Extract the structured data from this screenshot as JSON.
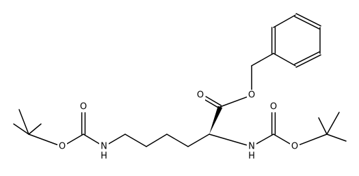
{
  "molecule": {
    "atoms": [
      {
        "id": "tbu1_me_a",
        "symbol": "C",
        "label": ""
      },
      {
        "id": "tbu1_me_b",
        "symbol": "C",
        "label": ""
      },
      {
        "id": "tbu1_me_c",
        "symbol": "C",
        "label": ""
      },
      {
        "id": "tbu1_c",
        "symbol": "C",
        "label": ""
      },
      {
        "id": "o_ester1",
        "symbol": "O",
        "label": "O"
      },
      {
        "id": "carb1_c",
        "symbol": "C",
        "label": ""
      },
      {
        "id": "carb1_o",
        "symbol": "O",
        "label": "O"
      },
      {
        "id": "n_eps",
        "symbol": "N",
        "label": "N",
        "hydrogen": "H"
      },
      {
        "id": "c_eps",
        "symbol": "C",
        "label": ""
      },
      {
        "id": "c_delta",
        "symbol": "C",
        "label": ""
      },
      {
        "id": "c_gamma",
        "symbol": "C",
        "label": ""
      },
      {
        "id": "c_beta",
        "symbol": "C",
        "label": ""
      },
      {
        "id": "c_alpha",
        "symbol": "C",
        "label": ""
      },
      {
        "id": "c_ester",
        "symbol": "C",
        "label": ""
      },
      {
        "id": "o_ester_dbl",
        "symbol": "O",
        "label": "O"
      },
      {
        "id": "o_ester_single",
        "symbol": "O",
        "label": "O"
      },
      {
        "id": "c_benzyl",
        "symbol": "C",
        "label": ""
      },
      {
        "id": "ph_1",
        "symbol": "C",
        "label": ""
      },
      {
        "id": "ph_2",
        "symbol": "C",
        "label": ""
      },
      {
        "id": "ph_3",
        "symbol": "C",
        "label": ""
      },
      {
        "id": "ph_4",
        "symbol": "C",
        "label": ""
      },
      {
        "id": "ph_5",
        "symbol": "C",
        "label": ""
      },
      {
        "id": "ph_6",
        "symbol": "C",
        "label": ""
      },
      {
        "id": "n_alpha",
        "symbol": "N",
        "label": "N",
        "hydrogen": "H"
      },
      {
        "id": "carb2_c",
        "symbol": "C",
        "label": ""
      },
      {
        "id": "carb2_o",
        "symbol": "O",
        "label": "O"
      },
      {
        "id": "o_ester2",
        "symbol": "O",
        "label": "O"
      },
      {
        "id": "tbu2_c",
        "symbol": "C",
        "label": ""
      },
      {
        "id": "tbu2_me_a",
        "symbol": "C",
        "label": ""
      },
      {
        "id": "tbu2_me_b",
        "symbol": "C",
        "label": ""
      },
      {
        "id": "tbu2_me_c",
        "symbol": "C",
        "label": ""
      }
    ],
    "bonds": [
      {
        "from": "tbu1_c",
        "to": "tbu1_me_a",
        "order": 1
      },
      {
        "from": "tbu1_c",
        "to": "tbu1_me_b",
        "order": 1
      },
      {
        "from": "tbu1_c",
        "to": "tbu1_me_c",
        "order": 1
      },
      {
        "from": "tbu1_c",
        "to": "o_ester1",
        "order": 1
      },
      {
        "from": "o_ester1",
        "to": "carb1_c",
        "order": 1
      },
      {
        "from": "carb1_c",
        "to": "carb1_o",
        "order": 2
      },
      {
        "from": "carb1_c",
        "to": "n_eps",
        "order": 1
      },
      {
        "from": "n_eps",
        "to": "c_eps",
        "order": 1
      },
      {
        "from": "c_eps",
        "to": "c_delta",
        "order": 1
      },
      {
        "from": "c_delta",
        "to": "c_gamma",
        "order": 1
      },
      {
        "from": "c_gamma",
        "to": "c_beta",
        "order": 1
      },
      {
        "from": "c_beta",
        "to": "c_alpha",
        "order": 1
      },
      {
        "from": "c_alpha",
        "to": "c_ester",
        "order": 1,
        "stereo": "wedge"
      },
      {
        "from": "c_ester",
        "to": "o_ester_dbl",
        "order": 2
      },
      {
        "from": "c_ester",
        "to": "o_ester_single",
        "order": 1
      },
      {
        "from": "o_ester_single",
        "to": "c_benzyl",
        "order": 1
      },
      {
        "from": "c_benzyl",
        "to": "ph_1",
        "order": 1
      },
      {
        "from": "ph_1",
        "to": "ph_2",
        "order": 2
      },
      {
        "from": "ph_2",
        "to": "ph_3",
        "order": 1
      },
      {
        "from": "ph_3",
        "to": "ph_4",
        "order": 2
      },
      {
        "from": "ph_4",
        "to": "ph_5",
        "order": 1
      },
      {
        "from": "ph_5",
        "to": "ph_6",
        "order": 2
      },
      {
        "from": "ph_6",
        "to": "ph_1",
        "order": 1
      },
      {
        "from": "c_alpha",
        "to": "n_alpha",
        "order": 1
      },
      {
        "from": "n_alpha",
        "to": "carb2_c",
        "order": 1
      },
      {
        "from": "carb2_c",
        "to": "carb2_o",
        "order": 2
      },
      {
        "from": "carb2_c",
        "to": "o_ester2",
        "order": 1
      },
      {
        "from": "o_ester2",
        "to": "tbu2_c",
        "order": 1
      },
      {
        "from": "tbu2_c",
        "to": "tbu2_me_a",
        "order": 1
      },
      {
        "from": "tbu2_c",
        "to": "tbu2_me_b",
        "order": 1
      },
      {
        "from": "tbu2_c",
        "to": "tbu2_me_c",
        "order": 1
      }
    ]
  }
}
